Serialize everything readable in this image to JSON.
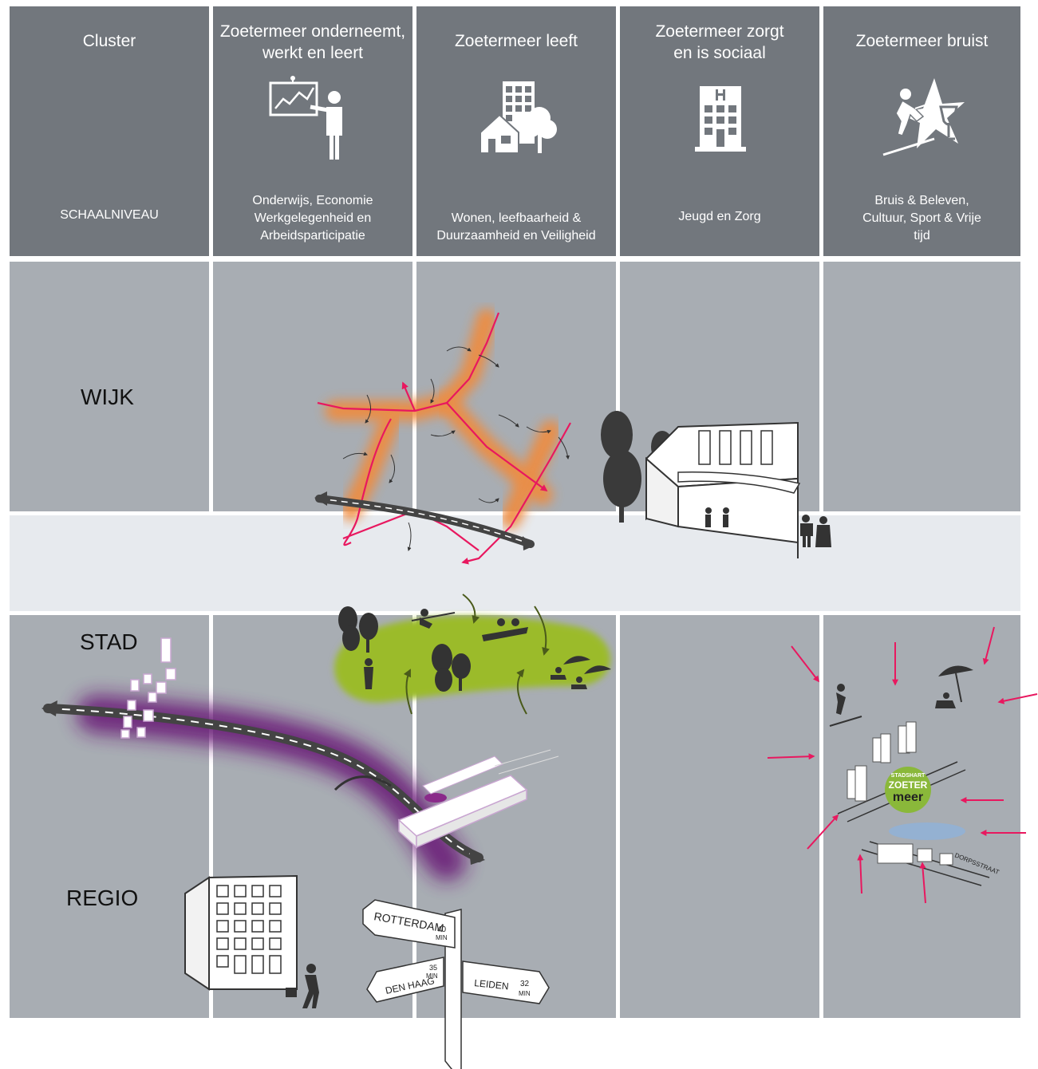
{
  "header": {
    "first_col": {
      "title": "Cluster",
      "subtitle": "SCHAALNIVEAU"
    },
    "clusters": [
      {
        "title": "Zoetermeer onderneemt, werkt en leert",
        "subtitle": "Onderwijs, Economie Werkgelegenheid en Arbeidsparticipatie",
        "icon": "presentation-icon"
      },
      {
        "title": "Zoetermeer leeft",
        "subtitle": "Wonen, leefbaarheid & Duurzaamheid en Veiligheid",
        "icon": "housing-icon"
      },
      {
        "title": "Zoetermeer zorgt en is sociaal",
        "subtitle": "Jeugd en Zorg",
        "icon": "hospital-icon"
      },
      {
        "title": "Zoetermeer bruist",
        "subtitle": "Bruis & Beleven, Cultuur, Sport & Vrije tijd",
        "icon": "leisure-icon"
      }
    ]
  },
  "rows": [
    {
      "label": "WIJK",
      "color": "#a8adb3"
    },
    {
      "label": "STAD",
      "color": "#e7eaee"
    },
    {
      "label": "REGIO",
      "color": "#a8adb3"
    }
  ],
  "colors": {
    "header_bg": "#72777d",
    "accent_pink": "#e8185f",
    "glow_orange": "#f08b3c",
    "glow_purple": "#6a1a78",
    "park_green": "#9bbb2a",
    "badge_green": "#8ab83a"
  },
  "signpost": {
    "rotterdam": "ROTTERDAM",
    "rotterdam_time": "40",
    "rotterdam_unit": "MIN",
    "den_haag": "DEN HAAG",
    "den_haag_time": "35",
    "den_haag_unit": "MIN",
    "leiden": "LEIDEN",
    "leiden_time": "32",
    "leiden_unit": "MIN"
  },
  "stadshart": {
    "line1": "STADSHART",
    "line2": "ZOETER",
    "line3": "meer",
    "street": "DORPSSTRAAT"
  }
}
